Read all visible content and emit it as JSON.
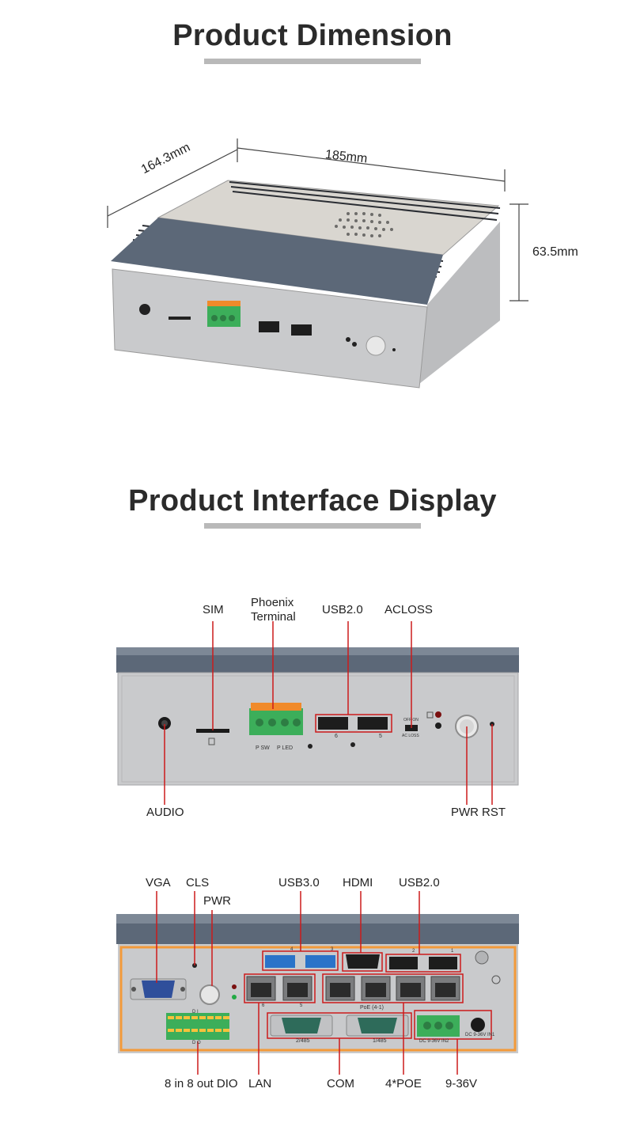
{
  "sections": {
    "dimension_title": "Product Dimension",
    "interface_title": "Product Interface Display"
  },
  "dimensions": {
    "depth": "164.3mm",
    "width": "185mm",
    "height": "63.5mm"
  },
  "front_labels": {
    "sim": "SIM",
    "phoenix_line1": "Phoenix",
    "phoenix_line2": "Terminal",
    "usb20": "USB2.0",
    "acloss": "ACLOSS",
    "audio": "AUDIO",
    "pwr": "PWR",
    "rst": "RST"
  },
  "rear_labels": {
    "vga": "VGA",
    "cls": "CLS",
    "pwr": "PWR",
    "usb30": "USB3.0",
    "hdmi": "HDMI",
    "usb20": "USB2.0",
    "dio": "8 in 8 out DIO",
    "lan": "LAN",
    "com": "COM",
    "poe": "4*POE",
    "power_in": "9-36V"
  },
  "panel_text": {
    "p_sw": "P SW",
    "p_led": "P LED",
    "ac_loss": "AC LOSS",
    "off_on": "OFF ON",
    "com2": "2/485",
    "com1": "1/485",
    "poe_marking": "PoE (4-1)",
    "dc_in2": "DC 9-36V IN2",
    "dc_in1": "DC 9-36V IN1",
    "usb_port6": "6",
    "usb_port5": "5",
    "usb_port2": "2",
    "usb_port1": "1",
    "usb3_port4": "4",
    "usb3_port3": "3",
    "lan_port6": "6",
    "lan_port5": "5",
    "di_marking": "D I",
    "do_marking": "D O"
  },
  "colors": {
    "annotation_red": "#cc1b1b",
    "terminal_green": "#3cae5a",
    "terminal_orange": "#f08a2a",
    "panel_orange": "#f39a3a",
    "usb3_blue": "#2a73c9",
    "vga_blue": "#2f4f9b",
    "com_green": "#2e6b5a",
    "chassis_gray": "#c9cacc",
    "lid_slate": "#5c6878"
  }
}
